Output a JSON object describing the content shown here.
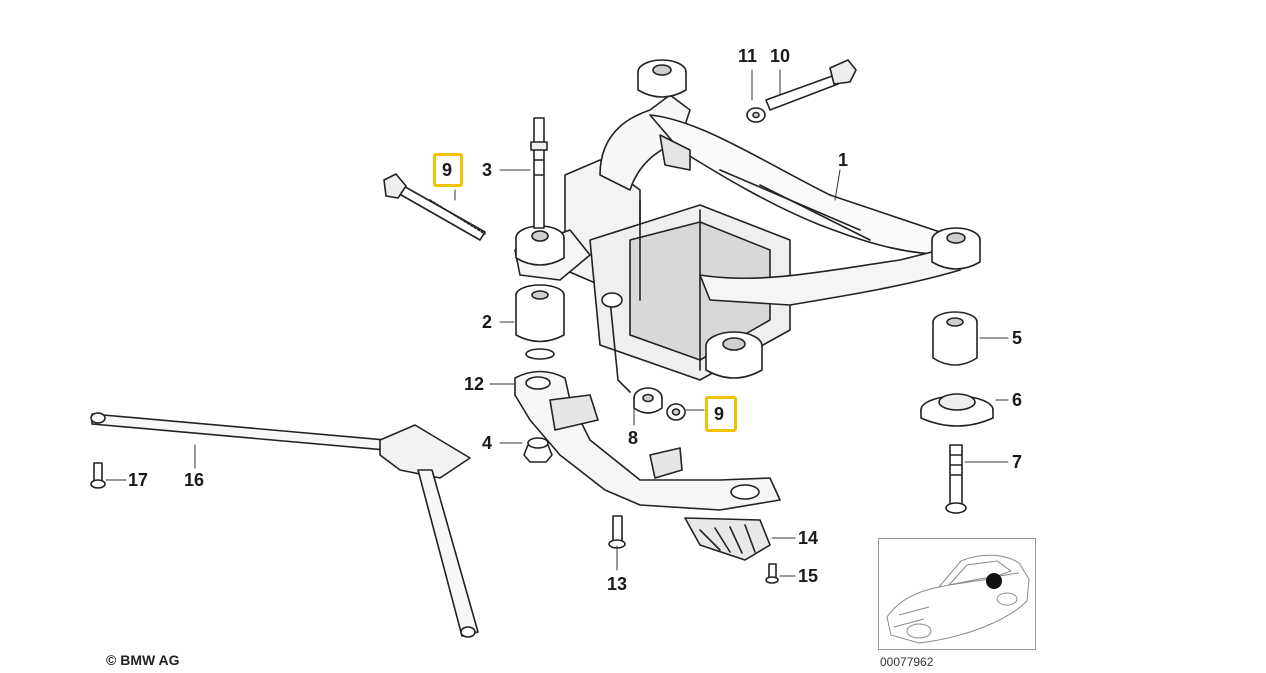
{
  "diagram": {
    "callouts": [
      {
        "id": "1",
        "text": "1"
      },
      {
        "id": "2",
        "text": "2"
      },
      {
        "id": "3",
        "text": "3"
      },
      {
        "id": "4",
        "text": "4"
      },
      {
        "id": "5",
        "text": "5"
      },
      {
        "id": "6",
        "text": "6"
      },
      {
        "id": "7",
        "text": "7"
      },
      {
        "id": "8",
        "text": "8"
      },
      {
        "id": "9a",
        "text": "9",
        "highlighted": true
      },
      {
        "id": "9b",
        "text": "9",
        "highlighted": true
      },
      {
        "id": "10",
        "text": "10"
      },
      {
        "id": "11",
        "text": "11"
      },
      {
        "id": "12",
        "text": "12"
      },
      {
        "id": "13",
        "text": "13"
      },
      {
        "id": "14",
        "text": "14"
      },
      {
        "id": "15",
        "text": "15"
      },
      {
        "id": "16",
        "text": "16"
      },
      {
        "id": "17",
        "text": "17"
      }
    ],
    "highlight_color": "#f2c200",
    "copyright": "© BMW AG",
    "document_number": "00077962"
  }
}
